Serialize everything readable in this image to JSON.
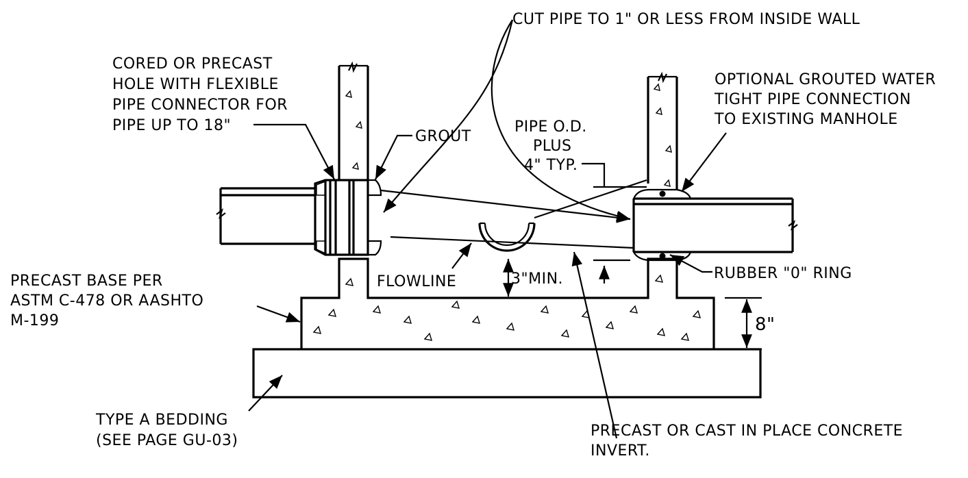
{
  "notes": {
    "cut_pipe": "CUT PIPE TO 1\" OR LESS FROM INSIDE WALL",
    "cored_hole": [
      "CORED OR PRECAST",
      "HOLE WITH FLEXIBLE",
      "PIPE CONNECTOR FOR",
      "PIPE UP TO 18\""
    ],
    "grout": "GROUT",
    "pipe_od": [
      "PIPE O.D.",
      "PLUS",
      "4\" TYP."
    ],
    "optional_grouted": [
      "OPTIONAL GROUTED WATER",
      "TIGHT PIPE CONNECTION",
      "TO EXISTING MANHOLE"
    ],
    "precast_base": [
      "PRECAST BASE PER",
      "ASTM C-478 OR AASHTO",
      "M-199"
    ],
    "flowline": "FLOWLINE",
    "min_3": "3\"MIN.",
    "rubber_ring": "RUBBER \"0\" RING",
    "eight_in": "8\"",
    "bedding": [
      "TYPE A BEDDING",
      "(SEE PAGE GU-03)"
    ],
    "invert": [
      "PRECAST OR CAST IN PLACE CONCRETE",
      "INVERT."
    ]
  },
  "colors": {
    "line": "#000000",
    "background": "#ffffff"
  }
}
